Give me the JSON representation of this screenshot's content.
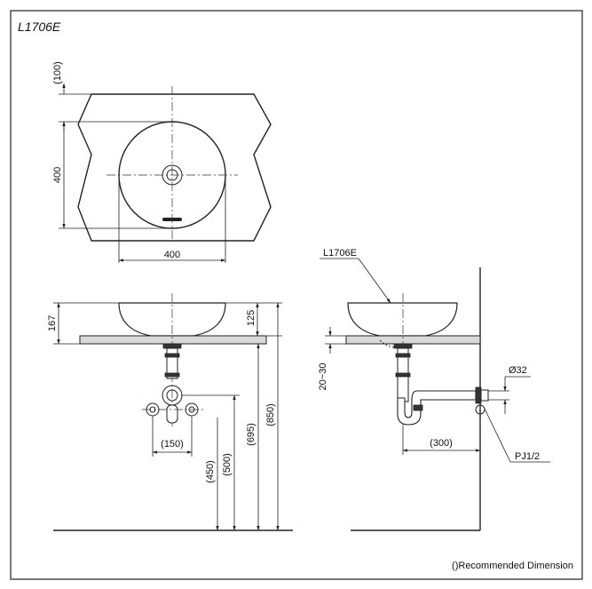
{
  "model": "L1706E",
  "top_view": {
    "dim_depth_offset": "(100)",
    "dim_depth": "400",
    "dim_width": "400"
  },
  "front_view": {
    "dim_height": "167",
    "dim_basin_above_counter": "125",
    "dim_spacing": "(150)",
    "dim_trap_height": "(450)",
    "dim_supply_height": "(500)",
    "dim_counter_height": "(695)",
    "dim_rim_height": "(850)"
  },
  "side_view": {
    "model_label": "L1706E",
    "dim_counter_thickness": "20~30",
    "dim_pipe_diameter": "Ø32",
    "dim_wall_offset": "(300)",
    "thread_label": "PJ1/2"
  },
  "note": "()Recommended Dimension"
}
